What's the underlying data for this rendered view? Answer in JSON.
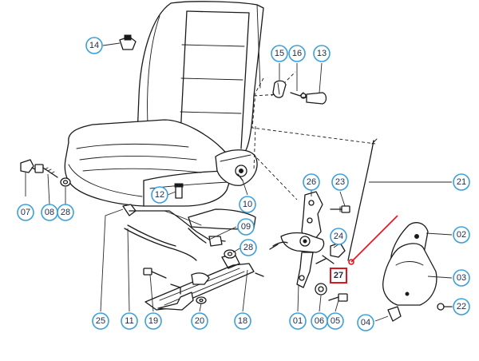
{
  "diagram": {
    "callouts": [
      {
        "id": "14"
      },
      {
        "id": "15"
      },
      {
        "id": "16"
      },
      {
        "id": "13"
      },
      {
        "id": "26"
      },
      {
        "id": "23"
      },
      {
        "id": "21"
      },
      {
        "id": "12"
      },
      {
        "id": "10"
      },
      {
        "id": "09"
      },
      {
        "id": "28"
      },
      {
        "id": "24"
      },
      {
        "id": "02"
      },
      {
        "id": "03"
      },
      {
        "id": "22"
      },
      {
        "id": "04"
      },
      {
        "id": "07"
      },
      {
        "id": "08"
      },
      {
        "id": "28"
      },
      {
        "id": "25"
      },
      {
        "id": "11"
      },
      {
        "id": "19"
      },
      {
        "id": "20"
      },
      {
        "id": "18"
      },
      {
        "id": "01"
      },
      {
        "id": "06"
      },
      {
        "id": "05"
      }
    ],
    "highlighted": {
      "id": "27"
    },
    "colors": {
      "callout_stroke": "#3aa0dc",
      "highlight": "#e0141e",
      "line": "#1a1a1a"
    }
  }
}
